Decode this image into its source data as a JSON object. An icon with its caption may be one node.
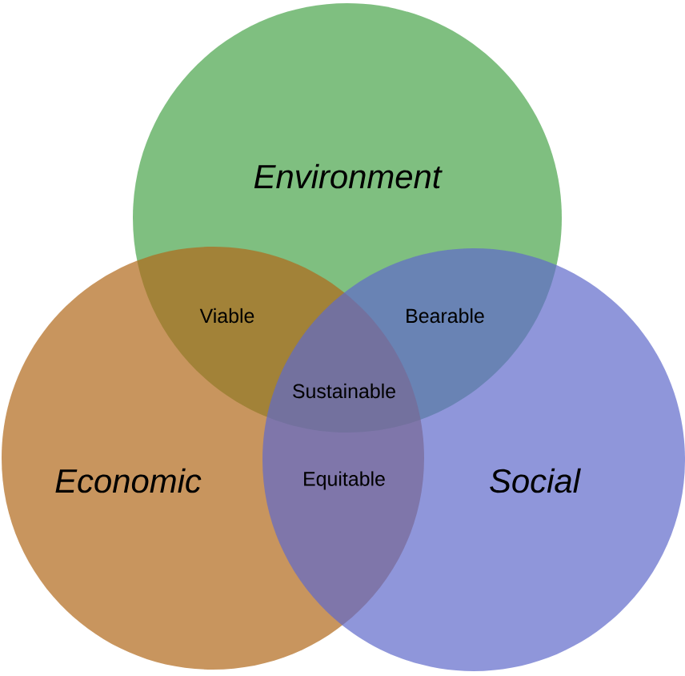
{
  "diagram": {
    "nodes": [
      {
        "text": [
          "Environment"
        ]
      },
      {
        "text": [
          "Economic"
        ]
      },
      {
        "text": [
          "Social"
        ]
      }
    ],
    "labels": [
      "Viable",
      "Bearable",
      "Sustainable",
      "Equitable"
    ]
  }
}
